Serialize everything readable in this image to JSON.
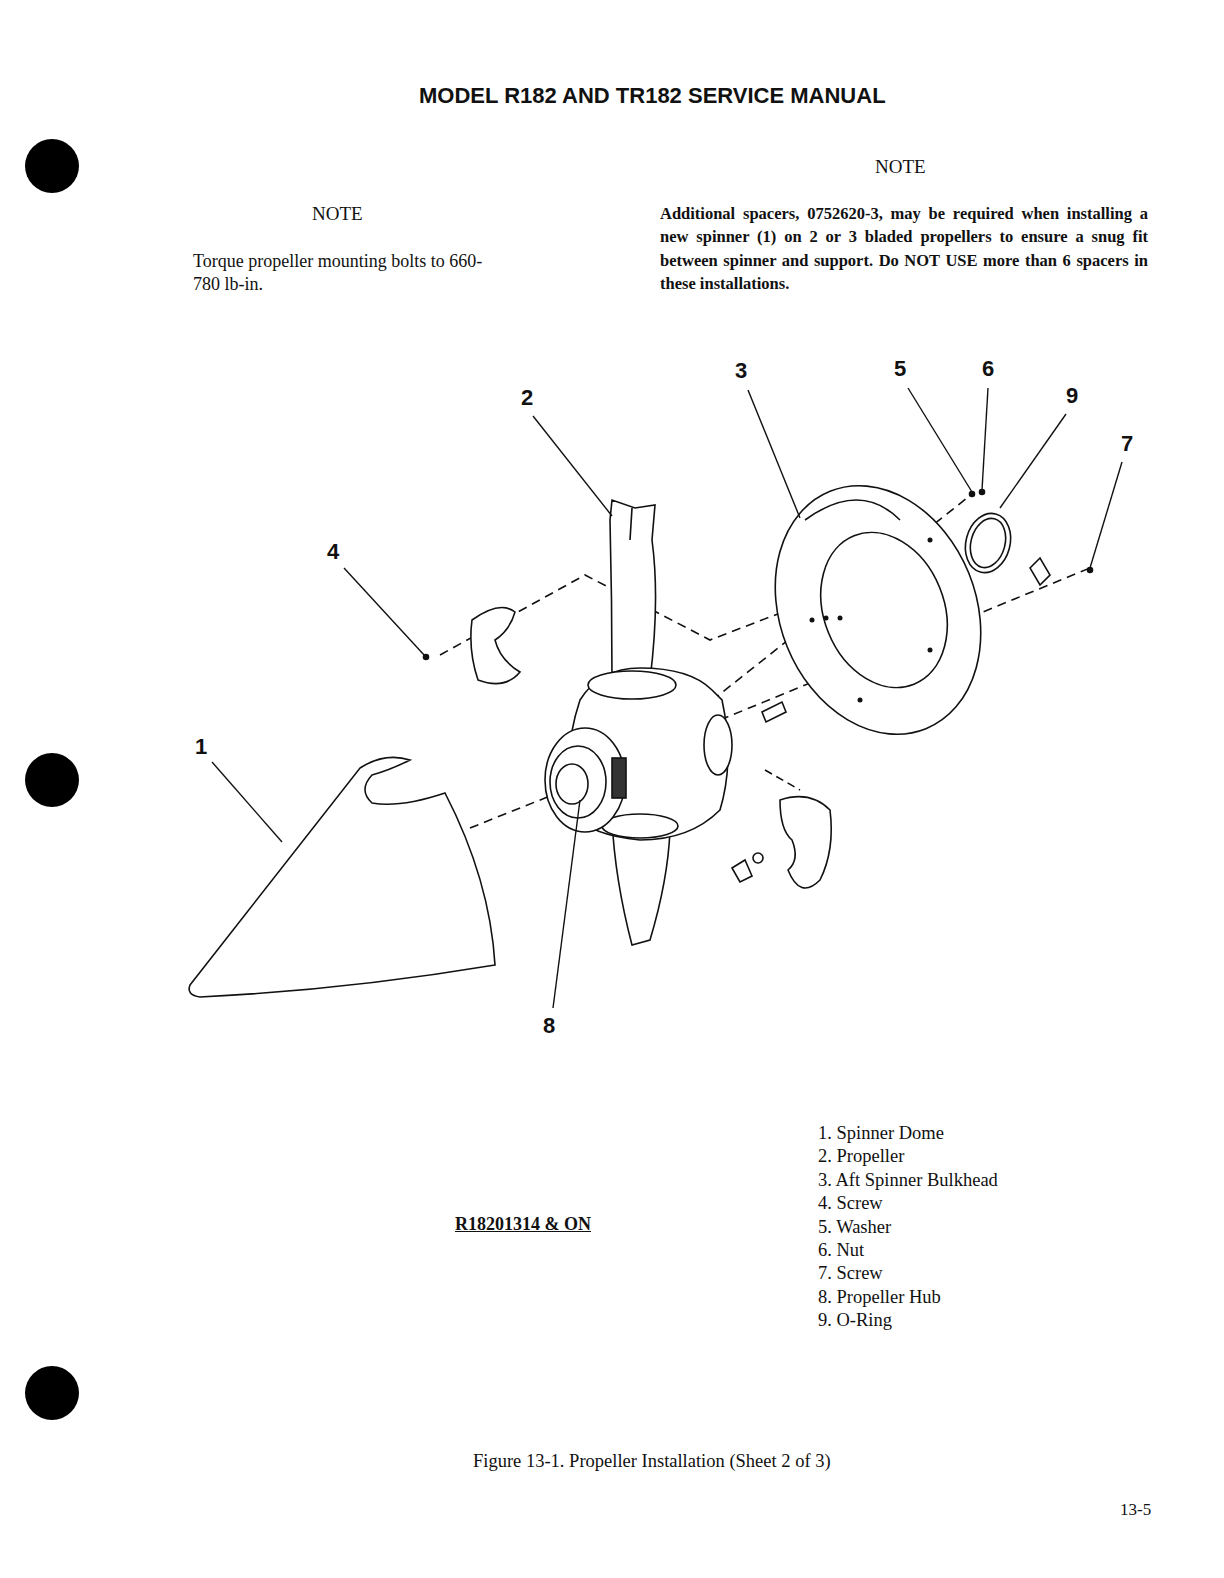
{
  "diagram": {
    "title": "MODEL R182 AND TR182 SERVICE MANUAL",
    "caption": "Figure 13-1. Propeller Installation (Sheet 2 of 3)",
    "labels": [
      "NOTE",
      "Torque propeller mounting bolts to 660-780 lb-in.",
      "NOTE",
      "Additional spacers, 0752620-3, may be required when installing a new spinner (1) on 2 or 3 bladed propellers to ensure a snug fit between spinner and support. Do NOT USE more than 6 spacers in these installations.",
      "3",
      "5",
      "6",
      "2",
      "9",
      "7",
      "4",
      "1",
      "8",
      "R18201314 & ON",
      "1. Spinner Dome",
      "2. Propeller",
      "3. Aft Spinner Bulkhead",
      "4. Screw",
      "5. Washer",
      "6. Nut",
      "7. Screw",
      "8. Propeller Hub",
      "9. O-Ring",
      "13-5"
    ]
  }
}
